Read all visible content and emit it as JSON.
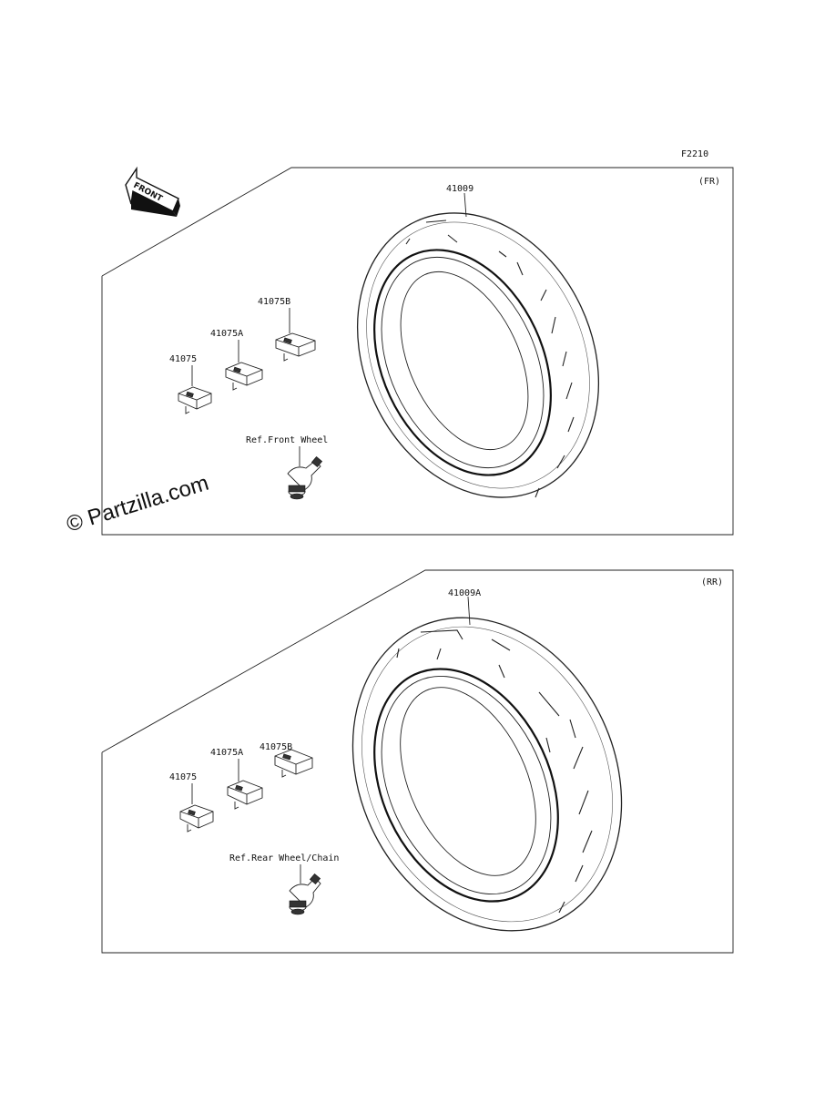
{
  "figure_code": "F2210",
  "watermark": "© Partzilla.com",
  "direction_marker": {
    "label": "FRONT",
    "icon": "front-arrow-icon"
  },
  "panels": [
    {
      "id": "front",
      "section_tag": "(FR)",
      "tire_part": "41009",
      "parts": [
        "41075",
        "41075A",
        "41075B"
      ],
      "valve_reference": "Ref.Front Wheel"
    },
    {
      "id": "rear",
      "section_tag": "(RR)",
      "tire_part": "41009A",
      "parts": [
        "41075",
        "41075A",
        "41075B"
      ],
      "valve_reference": "Ref.Rear Wheel/Chain"
    }
  ]
}
